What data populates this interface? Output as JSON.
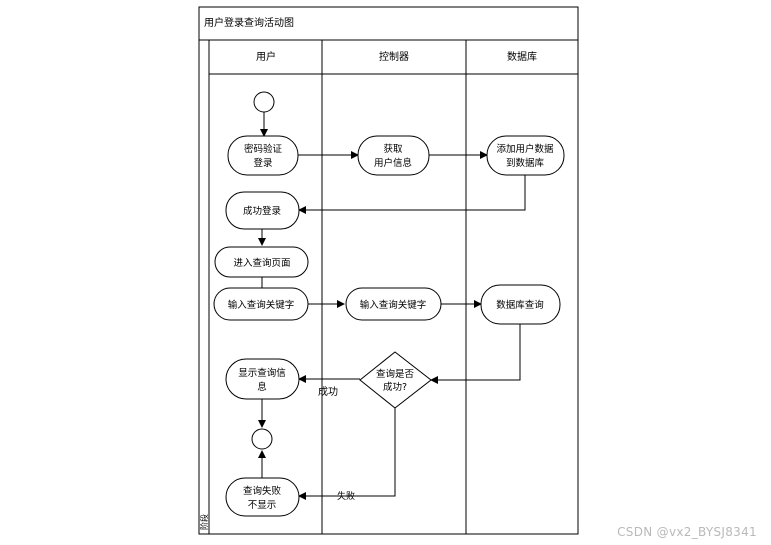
{
  "diagram": {
    "title": "用户登录查询活动图",
    "stage_label": "阶段",
    "lanes": [
      {
        "label": "用户"
      },
      {
        "label": "控制器"
      },
      {
        "label": "数据库"
      }
    ],
    "nodes": {
      "login": [
        "密码验证",
        "登录"
      ],
      "get_user_info": [
        "获取",
        "用户信息"
      ],
      "add_user_data": [
        "添加用户数据",
        "到数据库"
      ],
      "login_success": [
        "成功登录"
      ],
      "enter_query_page": [
        "进入查询页面"
      ],
      "user_input_keyword": [
        "输入查询关键字"
      ],
      "controller_input_keyword": [
        "输入查询关键字"
      ],
      "db_query": [
        "数据库查询"
      ],
      "query_decision": [
        "查询是否",
        "成功?"
      ],
      "show_query_info": [
        "显示查询信",
        "息"
      ],
      "query_fail_hide": [
        "查询失败",
        "不显示"
      ]
    },
    "edge_labels": {
      "success": "成功",
      "failure": "失败"
    }
  },
  "watermark": "CSDN @vx2_BYSJ8341"
}
